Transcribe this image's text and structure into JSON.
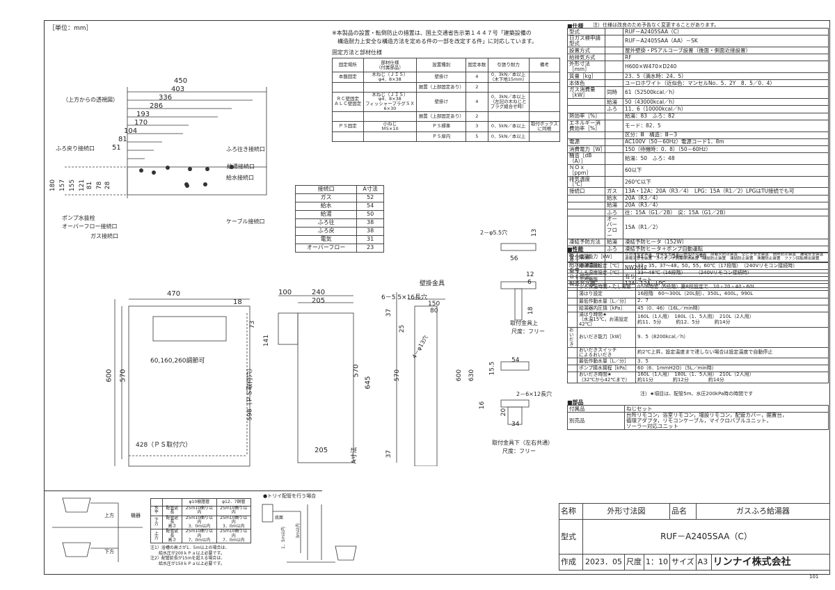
{
  "unit_label": "［単位：mm］",
  "page_no": "101",
  "note_lines": [
    "※本製品の設置・転倒防止の措置は、国土交通省告示第１４４７号「建築設備の",
    "　構造耐力上安全な構造方法を定める件の一部を改定する件」に対応しています。"
  ],
  "fixing_title": "固定方法と部材仕様",
  "fixing_table": {
    "headers": [
      "固定場所",
      "部材仕様\n（付属部品）",
      "設置種別",
      "固定本数",
      "引張り耐力",
      "備考"
    ],
    "rows": [
      [
        "本盤固定",
        "木ねじ（ＪＩＳ）\nφ4．8×38",
        "壁掛け",
        "4",
        "0．3kN／本以上\n（木下地15mm）",
        ""
      ],
      [
        "",
        "",
        "据置（上部固定あり）",
        "2",
        "",
        ""
      ],
      [
        "ＲＣ壁固定\nＡＬＣ壁固定",
        "木ねじ（ＪＩＳ）\nφ4．8×38\nフィッシャープラグＳＸ\n6×30",
        "壁掛け",
        "4",
        "0．3kN／本以上\n（左記の木ねじと\nプラグ組合せ時）",
        ""
      ],
      [
        "",
        "",
        "据置（上部固定あり）",
        "2",
        "",
        ""
      ],
      [
        "ＰＳ固定",
        "小ねじ\nＭ5×10",
        "ＰＳ標準",
        "3",
        "0．5kN／本以上",
        "取付ボックス\nに同梱"
      ],
      [
        "",
        "",
        "ＰＳ扉内",
        "5",
        "0．5kN／本以上",
        ""
      ]
    ]
  },
  "top_view": {
    "title": "（上方からの透視図）",
    "widths": [
      "450",
      "403",
      "336",
      "286",
      "193",
      "170",
      "104",
      "81",
      "51"
    ],
    "heights": [
      "180",
      "157",
      "155",
      "121",
      "81",
      "78",
      "28"
    ],
    "callouts_left": [
      "ふろ戻り接続口",
      "ポンプ水抜栓",
      "オーバーフロー接続口",
      "ガス接続口"
    ],
    "callouts_right": [
      "ふろ往き接続口",
      "給湯接続口",
      "給水接続口",
      "ケーブル接続口"
    ]
  },
  "a_table": {
    "headers": [
      "接続口",
      "A寸法"
    ],
    "rows": [
      [
        "ガス",
        "52"
      ],
      [
        "給水",
        "54"
      ],
      [
        "給湯",
        "50"
      ],
      [
        "ふろ往",
        "38"
      ],
      [
        "ふろ戻",
        "38"
      ],
      [
        "電気",
        "31"
      ],
      [
        "オーバーフロー",
        "23"
      ]
    ]
  },
  "front_view": {
    "width": "470",
    "top": "18",
    "height_outer": "600",
    "height_inner": "570",
    "adjust": "60,160,260調節可",
    "ps_h": "598（ＰＳ取付穴）",
    "ps_w": "428（ＰＳ取付穴）",
    "v141": "141",
    "v73": "73"
  },
  "side_view": {
    "d100": "100",
    "d240": "240",
    "d205": "205",
    "h645": "645",
    "h570": "570",
    "b205": "205",
    "a_label": "A寸法"
  },
  "bracket": {
    "title": "壁掛金具",
    "holes": "6－5.5×16長穴",
    "w150": "150",
    "w80": "80",
    "h37": "37",
    "h25": "25",
    "hole13": "4－φ13穴",
    "h570": "570",
    "h600": "600",
    "h630": "630",
    "b37": "37"
  },
  "small_parts": {
    "p1_holes": "2－φ5.5穴",
    "p1_13": "13",
    "p1_56": "56",
    "p1_12": "12",
    "p1_6": "6",
    "p1_18": "18",
    "p1_title": "取付金具上",
    "p1_scale": "尺度：フリー",
    "p2_54": "54",
    "p2_15": "15.5",
    "p2_holes": "2－6×12長穴",
    "p2_16": "16",
    "p2_20": "20",
    "p2_34": "34",
    "p2_title": "取付金具下（左右共通）",
    "p2_scale": "尺度：フリー"
  },
  "pipe_table": {
    "headers": [
      "",
      "",
      "φ10樹脂管",
      "φ12．7銅管"
    ],
    "rows": [
      [
        "水平",
        "配管延長",
        "25ｍ10曲り以内",
        "25ｍ10曲り以内"
      ],
      [
        "下方",
        "配管延長\n高さ",
        "25ｍ10曲り以内\n3．0ｍ以内",
        "25ｍ10曲り以内\n3．0ｍ以内"
      ],
      [
        "上方",
        "配管延長\n高さ",
        "25ｍ10曲り以内\n7．0ｍ以内",
        "25ｍ10曲り以内\n7．0ｍ以内"
      ]
    ],
    "notes": [
      "注1）浴槽の高さが1．5ｍ以上の場合は、",
      "　　給水圧が200ｋＰａ以上必要です。",
      "注2）配管延長が15ｍを超える場合は、",
      "　　給水圧が150ｋＰａ以上必要です。"
    ],
    "label_up": "上方",
    "label_down": "下方",
    "label_unit": "機器",
    "trap_title": "●トリイ配管を行う場合",
    "trap_3m": "3ｍ以内",
    "trap_15": "1．5ｍ以内",
    "trap_base": "底面"
  },
  "spec_section": {
    "title": "■仕様",
    "note": "注）仕様は改良のため予告なく変更することがあります。"
  },
  "spec_rows": [
    [
      "型式",
      "",
      "RUF－A2405SAA（C）"
    ],
    [
      "日ガス検申請型式",
      "",
      "RUF－A2405SAA（AA）－SK"
    ],
    [
      "設置方式",
      "",
      "屋外壁掛・PSアルコーブ設置（後面・側面近接設置）"
    ],
    [
      "給排気方式",
      "",
      "RF"
    ],
    [
      "外形寸法［mm］",
      "",
      "H600×W470×D240"
    ],
    [
      "質量［kg］",
      "",
      "23．5（満水時：24．5）"
    ],
    [
      "本体色",
      "",
      "ユーロホワイト（近似色：マンセルNo．5．2Y　8．5／0．4）"
    ],
    [
      "ガス消費量［kW］",
      "同時",
      "61（52500kcal／h）"
    ],
    [
      "",
      "給湯",
      "50（43000kcal／h）"
    ],
    [
      "",
      "ふろ",
      "11．6（10000kcal／h）"
    ],
    [
      "熱効率［%］",
      "",
      "給湯：83　ふろ：82"
    ],
    [
      "エネルギー消費効率［%］",
      "",
      "モード：82．5"
    ],
    [
      "",
      "",
      "区分：Ⅲ　構造：Ⅲ－3"
    ],
    [
      "電源",
      "",
      "AC100V（50－60Hz）電源コード1．8m"
    ],
    [
      "消費電力［W］",
      "",
      "150（待機時：0．8）（50－60Hz）"
    ],
    [
      "騒音［dB（A）］",
      "",
      "給湯：50　ふろ：48"
    ],
    [
      "ＮＯｘ［ppm］",
      "",
      "60以下"
    ],
    [
      "排気温度［℃］",
      "",
      "260℃以下"
    ],
    [
      "接続口",
      "ガス",
      "13A・12A：20A（R3／4）　LPG：15A（R1／2）LPGはTU接続でも可"
    ],
    [
      "",
      "給水",
      "20A（R3／4）"
    ],
    [
      "",
      "給湯",
      "20A（R3／4）"
    ],
    [
      "",
      "ふろ",
      "往：15A（G1／2B）　戻：15A（G1／2B）"
    ],
    [
      "",
      "オーバーフロー",
      "15A（R1／2）"
    ],
    [
      "凍結予防方法",
      "給湯",
      "凍結予防ヒータ（152W）"
    ],
    [
      "",
      "ふろ",
      "凍結予防ヒータ＋ポンプ自動運転"
    ],
    [
      "安全装置",
      "",
      "立消え安全装置　停電安全装置　過圧防止装置　誤着火防止装置　空だき安全装置　過熱防止装置　漏電安全装置　過電流安全装置　ふろポンプ回転検出装置　凍結防止装置　凍結防止装置　沸騰防止装置　ファン回転検出装置"
    ],
    [
      "給水装置認証番号",
      "",
      "NW2012"
    ],
    [
      "ＢＬ認定",
      "",
      "有り"
    ],
    [
      "製造ガス種",
      "",
      "13A・12A，LPG"
    ]
  ],
  "perf_section": {
    "title": "■性能"
  },
  "perf_rows": [
    [
      "給湯",
      "給湯能力［kW］",
      "41．9～4．2（24号～2．4号）"
    ],
    [
      "",
      "給湯温度設定［℃］",
      "32，35，37～48，50，55，60℃（17段階）　（240Vリモコン接続時）"
    ],
    [
      "",
      "ふろ温度設定［℃］",
      "33～48℃（16段階）　　　（240Vリモコン接続時）"
    ],
    [
      "",
      "ふろ機能",
      "オート"
    ],
    [
      "",
      "ふろ保温時間・たし湯量",
      "0～8時間（6段階）第8段設定で　10・20・40・60L"
    ],
    [
      "",
      "湯はり設定",
      "16段階　60～300L（20L刻）、350L，400L，990L"
    ],
    [
      "",
      "最低作動水量［L／分］",
      "2．7"
    ],
    [
      "",
      "給湯器内圧損［kPa］",
      "45（0．46）（16L／min時）"
    ],
    [
      "",
      "湯はり時間★\n（水温15℃，お湯設定42℃）",
      "160L（1人用）　180L（1．5人用）　210L（2人用）\n約11．5分　　　約12．5分　　　約14分"
    ],
    [
      "おいだき",
      "おいだき能力［kW］",
      "9．5（8200kcal／h）"
    ],
    [
      "",
      "おいだきスイッチ\nによるおいだき",
      "約2℃上昇，設定温度まで達しない場合は設定温度で自動停止"
    ],
    [
      "",
      "最低作動水量［L／分］",
      "3．5"
    ],
    [
      "",
      "ポンプ揚水揚程［kPa］",
      "60（6．1mmH2O）（5L／min時）"
    ],
    [
      "",
      "おいだき時間★\n（32℃から42℃まで）",
      "160L（1人用）　180L（1．5人用）　210L（2人用）\n約11分　　　　約12分　　　　約14分"
    ]
  ],
  "perf_note": "注）★項目は、配管5m、水圧200kPa時の時間です",
  "parts_section": {
    "title": "■部品"
  },
  "parts_rows": [
    [
      "付属品",
      "ねじセット"
    ],
    [
      "別売品",
      "台所リモコン，浴室リモコン，増設リモコン，配管カバー，据置台，\n循環アダプタ，リモコンケーブル，マイクロバブルユニット，\nソーラー対応ユニット"
    ]
  ],
  "title_block": {
    "name_label": "名称",
    "name_value": "外形寸法図",
    "product_label": "品名",
    "product_value": "ガスふろ給湯器",
    "model_label": "型式",
    "model_value": "RUF－A2405SAA（C）",
    "made_label": "作成",
    "made_value": "2023．05",
    "scale_label": "尺度",
    "scale_value": "1：10",
    "size_label": "サイズ",
    "size_value": "A3",
    "company": "リンナイ株式会社"
  }
}
